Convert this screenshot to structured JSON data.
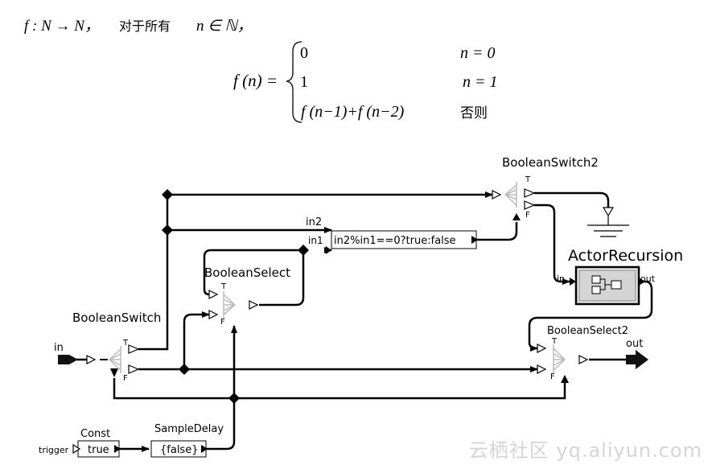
{
  "formula": {
    "intro_lhs": "f : N → N，",
    "intro_text": "对于所有",
    "intro_var": "n ∈ ℕ，",
    "func": "f (n) =",
    "cases": [
      {
        "value": "0",
        "condition": "n = 0"
      },
      {
        "value": "1",
        "condition": "n = 1"
      },
      {
        "value": "f (n−1)+f (n−2)",
        "condition": "否则"
      }
    ]
  },
  "diagram": {
    "port_in": "in",
    "port_out": "out",
    "boolean_switch": "BooleanSwitch",
    "boolean_select": "BooleanSelect",
    "boolean_switch2": "BooleanSwitch2",
    "boolean_select2": "BooleanSelect2",
    "actor_recursion": "ActorRecursion",
    "actor_in": "in",
    "actor_out": "out",
    "expression": "in2%in1==0?true:false",
    "expr_in1": "in1",
    "expr_in2": "in2",
    "const_label": "Const",
    "const_value": "true",
    "const_trigger": "trigger",
    "sample_delay": "SampleDelay",
    "sample_value": "{false}",
    "t": "T",
    "f": "F"
  },
  "watermark": "云栖社区 yq.aliyun.com"
}
